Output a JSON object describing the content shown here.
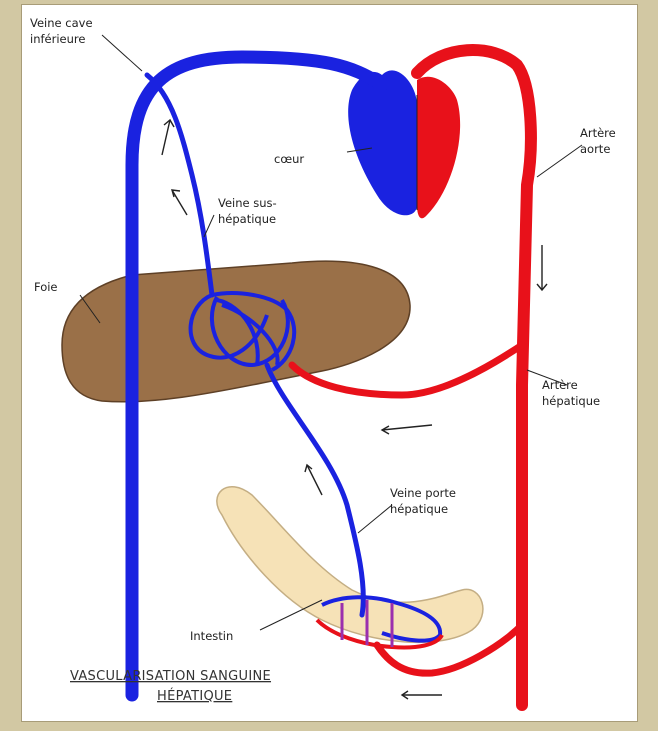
{
  "diagram": {
    "title_line1": "VASCULARISATION SANGUINE",
    "title_line2": "HÉPATIQUE",
    "labels": {
      "vena_cava_l1": "Veine cave",
      "vena_cava_l2": "inférieure",
      "heart": "cœur",
      "aorta_l1": "Artère",
      "aorta_l2": "aorte",
      "hepatic_vein_l1": "Veine sus-",
      "hepatic_vein_l2": "hépatique",
      "liver": "Foie",
      "hepatic_artery_l1": "Artère",
      "hepatic_artery_l2": "hépatique",
      "portal_vein_l1": "Veine porte",
      "portal_vein_l2": "hépatique",
      "intestine": "Intestin"
    },
    "colors": {
      "vein": "#1a22e0",
      "artery": "#e8111a",
      "liver": "#9a7048",
      "intestine": "#f6e2b7",
      "background": "#d2c8a3"
    }
  }
}
